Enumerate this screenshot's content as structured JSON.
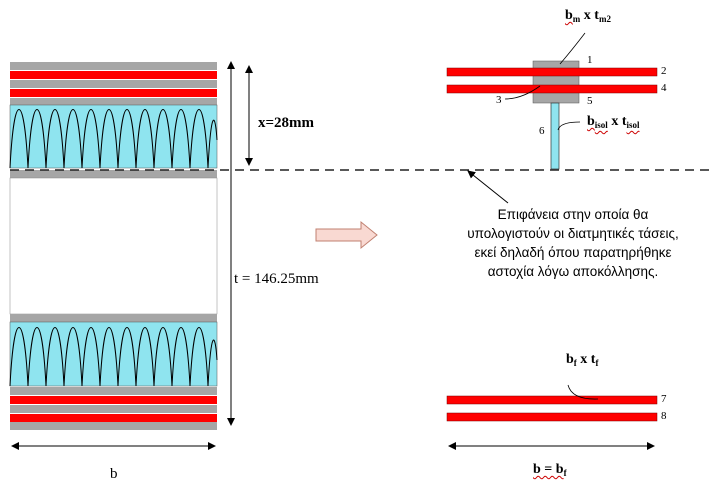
{
  "labels": {
    "x_dim": "x=28mm",
    "t_dim": "t = 146.25mm",
    "b_left": "b",
    "bm_base": "b",
    "bm_sub": "m",
    "bm_x": " x t",
    "tm2_sub": "m2",
    "bisol_base": "b",
    "bisol_sub": "isol",
    "bisol_x": " x t",
    "tisol_sub": "isol",
    "bf_base": "b",
    "bf_sub": "f",
    "bf_x": " x t",
    "tf_sub": "f",
    "b_eq_base": "b = b",
    "b_eq_sub": "f"
  },
  "part_numbers": [
    "1",
    "2",
    "3",
    "4",
    "5",
    "6",
    "7",
    "8"
  ],
  "note_lines": [
    "Επιφάνεια στην οποία θα",
    "υπολογιστούν οι διατμητικές τάσεις,",
    "εκεί δηλαδή όπου παρατηρήθηκε",
    "αστοχία λόγω αποκόλλησης."
  ],
  "colors": {
    "red_layer": "#ff0000",
    "gray_layer": "#a6a6a6",
    "insulation": "#8fe4ef",
    "arrow_fill": "#f9d9d2",
    "arrow_stroke": "#c08070"
  }
}
